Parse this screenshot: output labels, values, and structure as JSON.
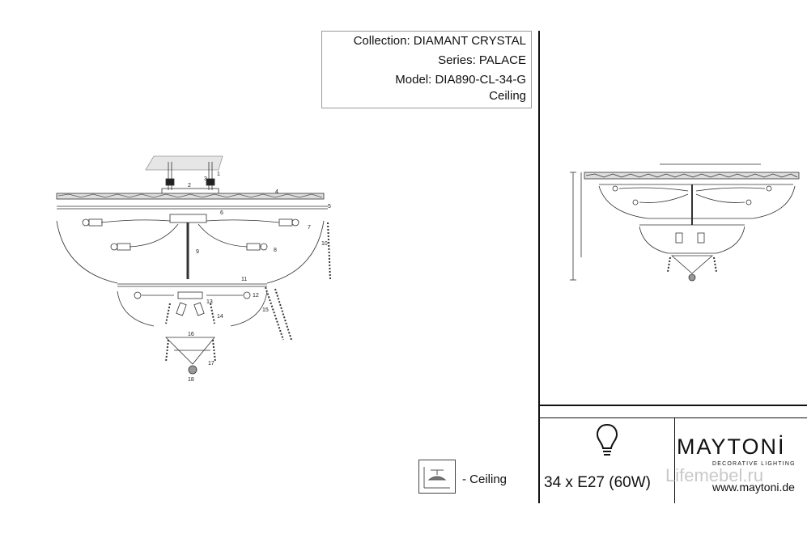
{
  "info": {
    "collection": "Collection: DIAMANT CRYSTAL",
    "series": "Series: PALACE",
    "model": "Model: DIA890-CL-34-G",
    "mount": "Ceiling"
  },
  "legend": {
    "mount_label": "- Ceiling",
    "icon": "ceiling-mount-icon"
  },
  "footer": {
    "lamp_icon": "light-bulb-icon",
    "lamp_spec": "34 x E27 (60W)",
    "brand": "MAYTONİ",
    "brand_sub": "DECORATIVE LIGHTING",
    "watermark": "Lifemebel.ru",
    "website": "www.maytoni.de"
  },
  "callouts": [
    "1",
    "2",
    "3",
    "4",
    "5",
    "6",
    "7",
    "8",
    "9",
    "10",
    "11",
    "12",
    "13",
    "14",
    "15",
    "16",
    "17",
    "18"
  ],
  "colors": {
    "line": "#333333",
    "frame": "#111111",
    "watermark": "#c9c9c9"
  }
}
